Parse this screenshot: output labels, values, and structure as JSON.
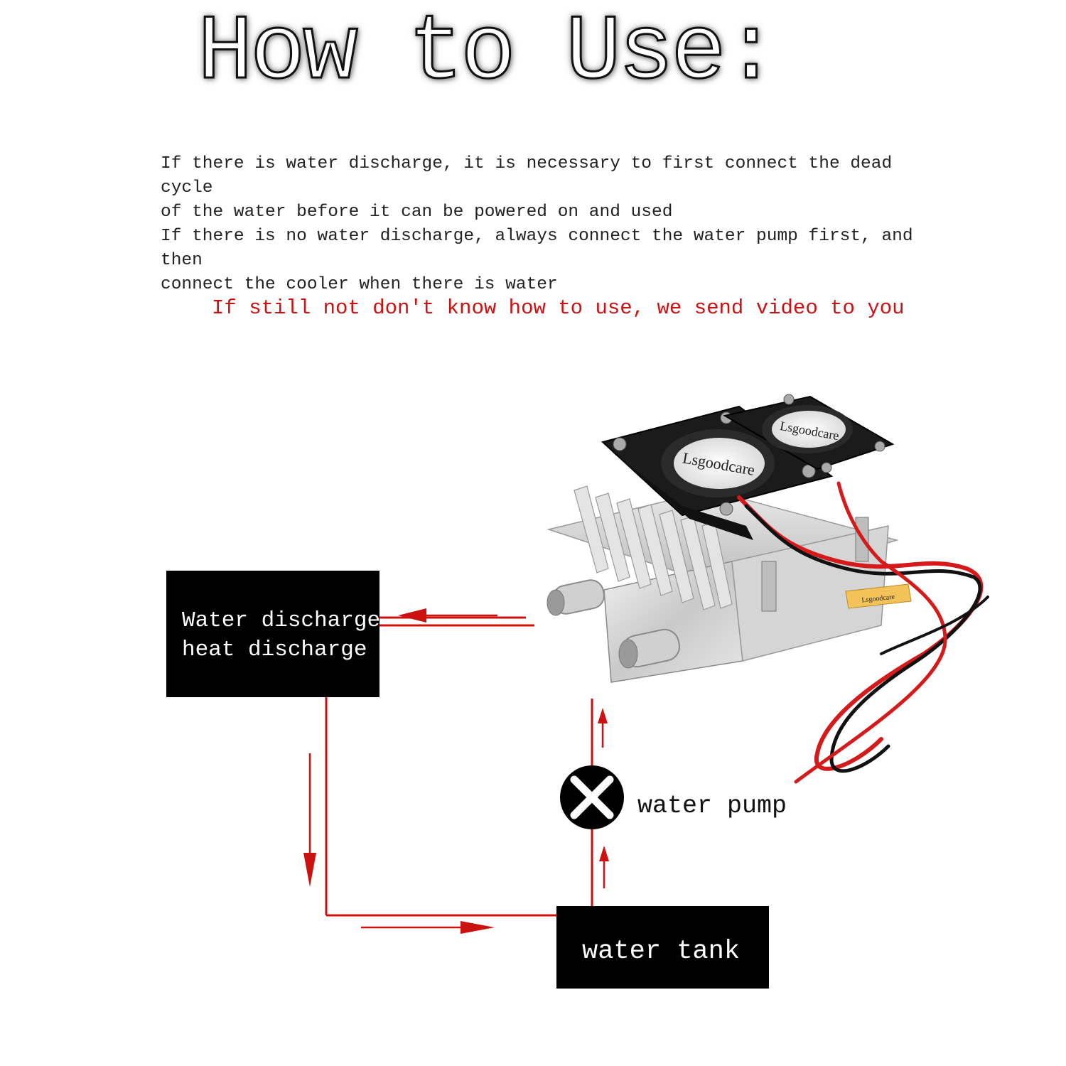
{
  "title": "How to Use:",
  "instructions": [
    "If there is water discharge, it is necessary to first connect the dead cycle\nof the water before it can be powered on and used",
    "If there is no water discharge, always connect the water pump first, and then\nconnect the cooler when there is water"
  ],
  "note": "If still not don't know how to use, we send video to you",
  "diagram": {
    "discharge_box": {
      "line1": "Water discharge",
      "line2": "heat discharge"
    },
    "tank_box": "water tank",
    "pump_label": "water pump",
    "pump_icon": "close-icon",
    "flow_color": "#cc1111"
  },
  "product": {
    "brand_fan_1": "Lsgoodcare",
    "brand_fan_2": "Lsgoodcare",
    "tag": "Lsgoodcare"
  }
}
